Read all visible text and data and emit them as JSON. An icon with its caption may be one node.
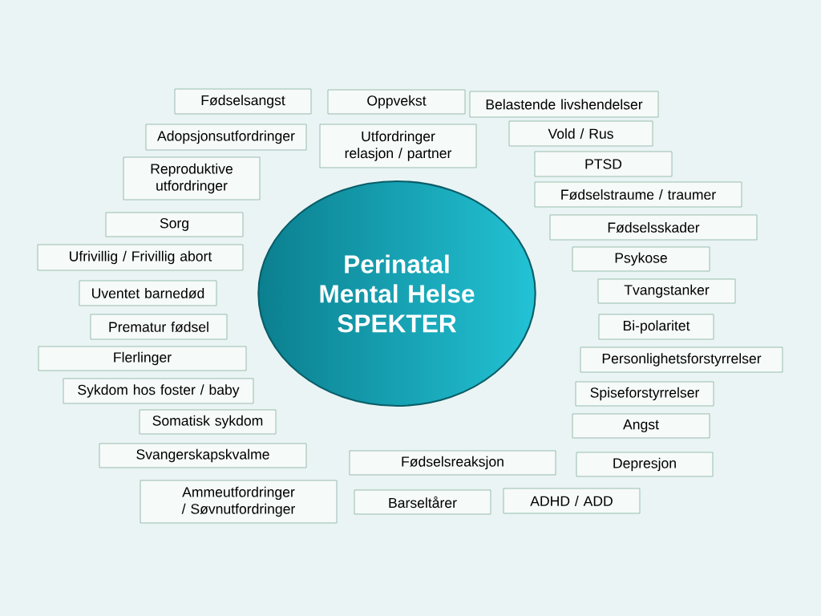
{
  "diagram": {
    "nodes": [
      {
        "text": [
          "Perinatal Mental Helse SPEKTER"
        ]
      },
      {
        "text": [
          "Fødselsangst"
        ]
      },
      {
        "text": [
          "Oppvekst"
        ]
      },
      {
        "text": [
          "Belastende livshendelser"
        ]
      },
      {
        "text": [
          "Adopsjonsutfordringer"
        ]
      },
      {
        "text": [
          "Utfordringer relasjon / partner"
        ]
      },
      {
        "text": [
          "Vold / Rus"
        ]
      },
      {
        "text": [
          "Reproduktive utfordringer"
        ]
      },
      {
        "text": [
          "PTSD"
        ]
      },
      {
        "text": [
          "Fødselstraume / traumer"
        ]
      },
      {
        "text": [
          "Sorg"
        ]
      },
      {
        "text": [
          "Fødselsskader"
        ]
      },
      {
        "text": [
          "Ufrivillig / Frivillig abort"
        ]
      },
      {
        "text": [
          "Psykose"
        ]
      },
      {
        "text": [
          "Uventet barnedød"
        ]
      },
      {
        "text": [
          "Tvangstanker"
        ]
      },
      {
        "text": [
          "Prematur fødsel"
        ]
      },
      {
        "text": [
          "Bi-polaritet"
        ]
      },
      {
        "text": [
          "Flerlinger"
        ]
      },
      {
        "text": [
          "Personlighetsforstyrrelser"
        ]
      },
      {
        "text": [
          "Sykdom hos foster / baby"
        ]
      },
      {
        "text": [
          "Spiseforstyrrelser"
        ]
      },
      {
        "text": [
          "Somatisk sykdom"
        ]
      },
      {
        "text": [
          "Angst"
        ]
      },
      {
        "text": [
          "Svangerskapskvalme"
        ]
      },
      {
        "text": [
          "Fødselsreaksjon"
        ]
      },
      {
        "text": [
          "Depresjon"
        ]
      },
      {
        "text": [
          "Ammeutfordringer / Søvnutfordringer"
        ]
      },
      {
        "text": [
          "Barseltårer"
        ]
      },
      {
        "text": [
          "ADHD / ADD"
        ]
      }
    ]
  }
}
